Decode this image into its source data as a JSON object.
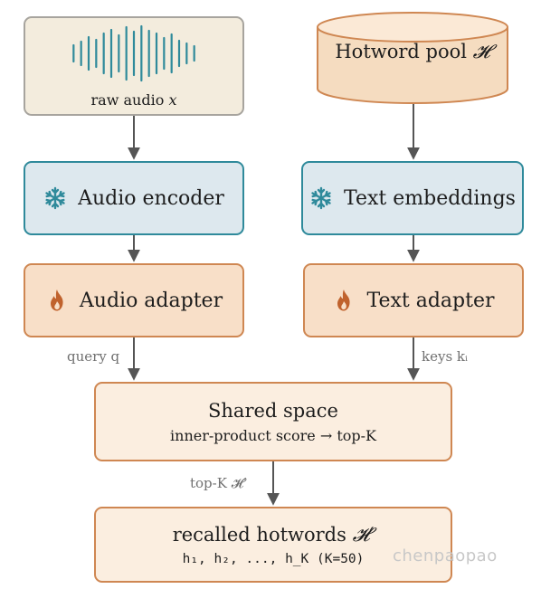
{
  "diagram": {
    "raw_audio": {
      "label": "raw audio",
      "var": "x"
    },
    "hotword_pool": {
      "label": "Hotword pool",
      "symbol": "𝓗"
    },
    "audio_encoder": {
      "label": "Audio encoder",
      "icon": "snowflake-icon"
    },
    "text_embeddings": {
      "label": "Text embeddings",
      "icon": "snowflake-icon"
    },
    "audio_adapter": {
      "label": "Audio adapter",
      "icon": "flame-icon"
    },
    "text_adapter": {
      "label": "Text adapter",
      "icon": "flame-icon"
    },
    "shared_space": {
      "title": "Shared space",
      "subtitle": "inner-product score → top-K"
    },
    "recalled": {
      "title": "recalled hotwords",
      "symbol": "𝓗′",
      "list": "h₁, h₂, ..., h_K (K=50)"
    },
    "edges": {
      "query": "query q",
      "keys": "keys kᵢ",
      "topk": "top-K 𝓗′"
    }
  },
  "colors": {
    "frozen_fill": "#dde8ee",
    "frozen_border": "#2f8a9b",
    "adapter_fill": "#f8dfc8",
    "adapter_border": "#cf8752",
    "raw_fill": "#f3ecdd",
    "hotword_fill": "#f5dcc0",
    "wave": "#2f8a9b",
    "arrow": "#555555"
  },
  "watermark": "chenpaopao"
}
